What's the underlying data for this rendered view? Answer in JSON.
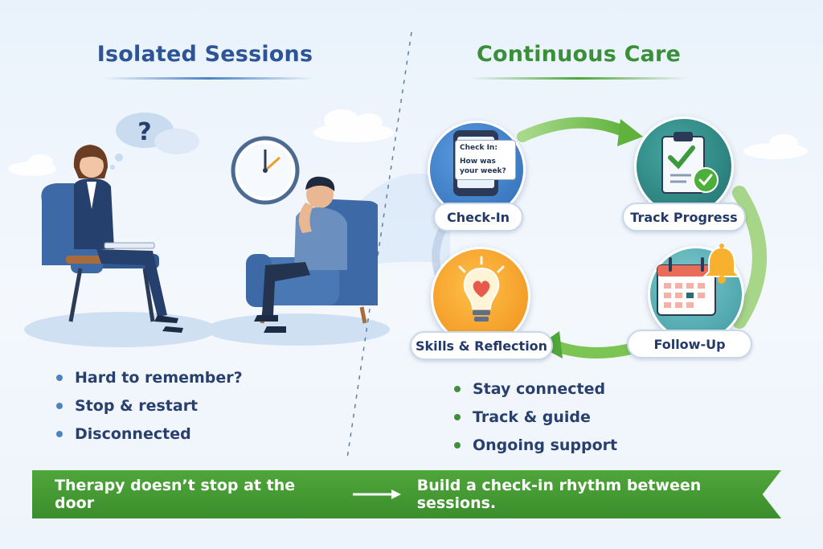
{
  "left_panel": {
    "title": "Isolated Sessions",
    "bullets": [
      "Hard to remember?",
      "Stop & restart",
      "Disconnected"
    ]
  },
  "right_panel": {
    "title": "Continuous Care",
    "nodes": {
      "check_in": "Check-In",
      "track_progress": "Track Progress",
      "follow_up": "Follow-Up",
      "skills_reflection": "Skills & Reflection"
    },
    "phone_card": {
      "line1": "Check In:",
      "line2": "How was",
      "line3": "your week?"
    },
    "bullets": [
      "Stay connected",
      "Track & guide",
      "Ongoing support"
    ]
  },
  "banner": {
    "left_text": "Therapy doesn’t stop at the door",
    "right_text": "Build a check-in rhythm between sessions."
  },
  "thought_bubble": {
    "symbol": "?"
  },
  "colors": {
    "left_title": "#2d5596",
    "right_title": "#3b8f3a",
    "banner": "#3f962f",
    "loop_arrow": "#7cc454",
    "check_in_circle": "#3f7fcb",
    "track_progress_circle": "#2e8a86",
    "follow_up_circle": "#5bb0b4",
    "skills_circle": "#f2a22a"
  },
  "icons": {
    "check_in": "phone-icon",
    "track_progress": "clipboard-check-icon",
    "follow_up": "calendar-bell-icon",
    "skills_reflection": "lightbulb-heart-icon",
    "banner_arrow": "arrow-right-icon",
    "clock": "clock-icon"
  }
}
